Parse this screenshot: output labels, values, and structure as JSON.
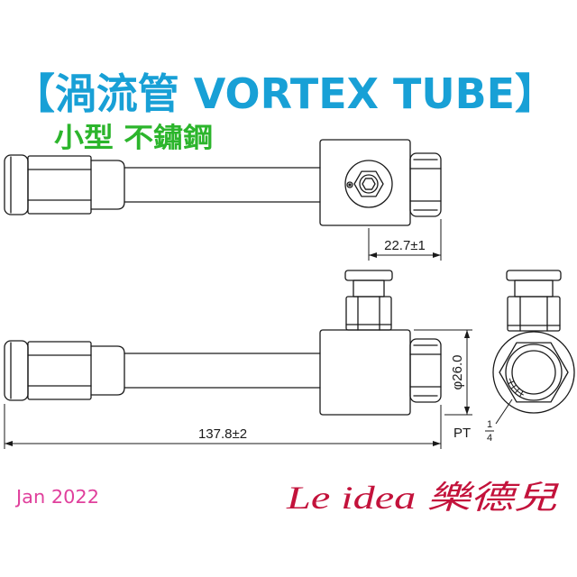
{
  "title": "【渦流管 VORTEX TUBE】",
  "subtitle": "小型 不鏽鋼",
  "dimensions": {
    "port_offset": "22.7±1",
    "overall_length": "137.8±2",
    "body_diameter": "φ26.0",
    "thread_type": "PT",
    "thread_numerator": "1",
    "thread_denominator": "4"
  },
  "footer": {
    "date": "Jan 2022",
    "brand": "Le idea 樂德兒"
  },
  "colors": {
    "title": "#18a0d6",
    "subtitle": "#2cb52c",
    "date": "#e0409c",
    "brand": "#c3123b"
  }
}
